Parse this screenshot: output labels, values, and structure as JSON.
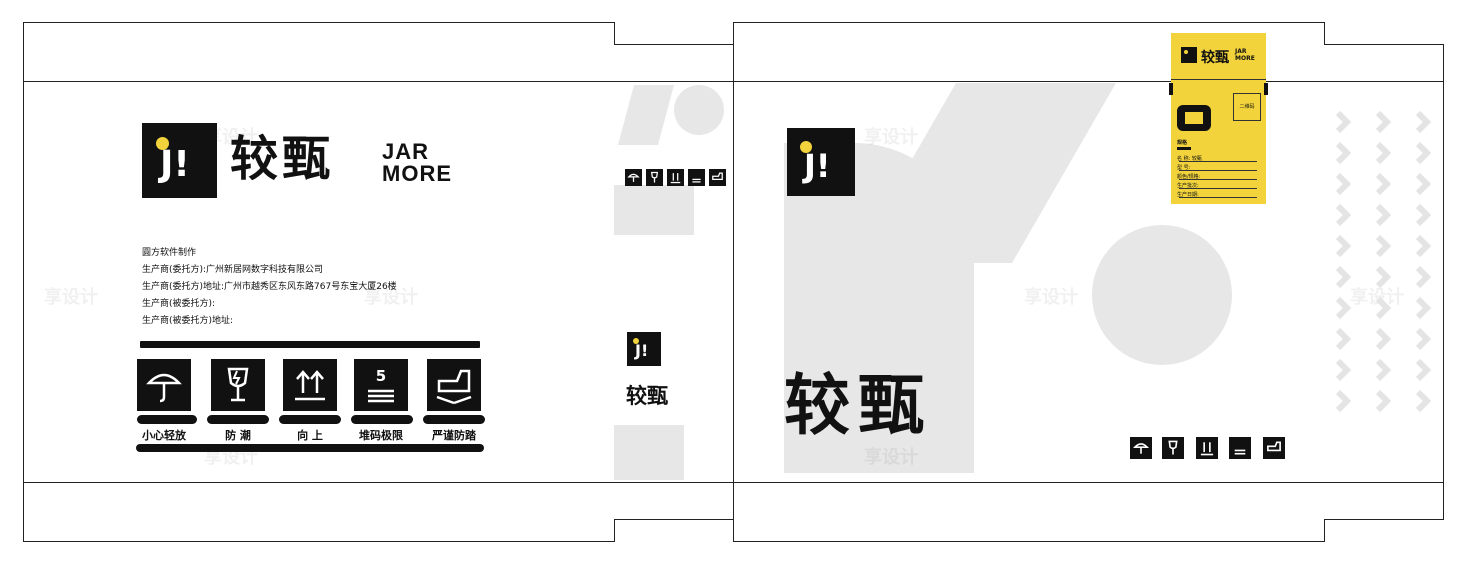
{
  "brand": {
    "cn": "较甄",
    "en_line1": "JAR",
    "en_line2": "MORE",
    "logo_glyph": "J!",
    "accent_color": "#f2d33b",
    "dark_color": "#111111"
  },
  "info_lines": [
    "圓方软件制作",
    "生产商(委托方):广州新居网数字科技有限公司",
    "生产商(委托方)地址:广州市越秀区东风东路767号东宝大厦26楼",
    "生产商(被委托方):",
    "生产商(被委托方)地址:"
  ],
  "care_icons": [
    {
      "label": "小心轻放",
      "icon": "umbrella-icon"
    },
    {
      "label": "防 潮",
      "icon": "fragile-glass-icon"
    },
    {
      "label": "向 上",
      "icon": "this-way-up-icon"
    },
    {
      "label": "堆码极限",
      "icon": "stack-limit-icon"
    },
    {
      "label": "严谨防踏",
      "icon": "no-step-icon"
    }
  ],
  "stack_number": "5",
  "yellow_label": {
    "brand": "较甄",
    "en_line1": "JAR",
    "en_line2": "MORE",
    "qr_text": "二维码",
    "title": "规格",
    "fields": [
      "名 称: 较甄",
      "型 号:",
      "颜色/规格:",
      "生产批次:",
      "生产日期:"
    ]
  },
  "watermark": "享设计"
}
